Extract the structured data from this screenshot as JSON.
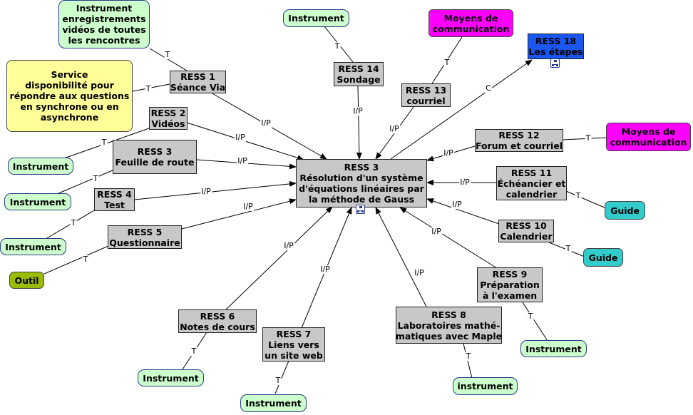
{
  "nodes": {
    "ress3": [
      "RESS 3",
      "Résolution d'un système",
      "d'équations linéaires par",
      "la méthode de Gauss"
    ],
    "ress1": [
      "RESS 1",
      "Séance Via"
    ],
    "ress2": [
      "RESS 2",
      "Vidéos"
    ],
    "ress3b": [
      "RESS 3",
      "Feuille de route"
    ],
    "ress4": [
      "RESS 4",
      "Test"
    ],
    "ress5": [
      "RESS 5",
      "Questionnaire"
    ],
    "ress6": [
      "RESS 6",
      "Notes de cours"
    ],
    "ress7": [
      "RESS 7",
      "Liens vers",
      "un site web"
    ],
    "ress8": [
      "RESS 8",
      "Laboratoires mathé-",
      "matiques avec Maple"
    ],
    "ress9": [
      "RESS 9",
      "Préparation",
      "à l'examen"
    ],
    "ress10": [
      "RESS 10",
      "Calendrier"
    ],
    "ress11": [
      "RESS  11",
      "Échéancier et",
      "calendrier"
    ],
    "ress12": [
      "RESS 12",
      "Forum et courriel"
    ],
    "ress13": [
      "RESS 13",
      "courriel"
    ],
    "ress14": [
      "RESS 14",
      "Sondage"
    ],
    "ress18": [
      "RESS 18",
      "Les étapes"
    ],
    "instr_top": [
      "Instrument",
      "enregistrements",
      "vidéos de toutes",
      "les rencontres"
    ],
    "service": [
      "Service",
      "disponibilité pour",
      "répondre aux questions",
      "en synchrone ou en",
      "asynchrone"
    ],
    "instr2": [
      "Instrument"
    ],
    "instr3": [
      "Instrument"
    ],
    "instr4": [
      "Instrument"
    ],
    "outil": [
      "Outil"
    ],
    "instr6": [
      "Instrument"
    ],
    "instr7": [
      "Instrument"
    ],
    "instr8": [
      "instrument"
    ],
    "instr9": [
      "Instrument"
    ],
    "guide10": [
      "Guide"
    ],
    "guide11": [
      "Guide"
    ],
    "moyens12": [
      "Moyens de",
      "communication"
    ],
    "moyens13": [
      "Moyens de",
      "communication"
    ],
    "instr14": [
      "Instrument"
    ]
  },
  "edge_labels": {
    "ip": "I/P",
    "t": "T",
    "c": "C"
  },
  "colors": {
    "ress": "#c8c8c8",
    "ress18": "#1a56f0",
    "instrument": "#ccffcc",
    "moyens": "#ff00ff",
    "service": "#ffff99",
    "guide": "#33cccc",
    "outil": "#99bb00"
  }
}
